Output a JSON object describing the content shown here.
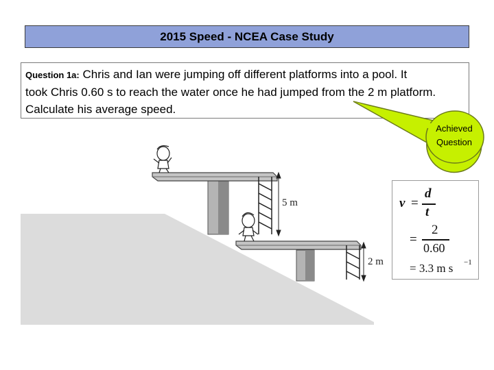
{
  "header": {
    "title": "2015 Speed - NCEA Case Study"
  },
  "question": {
    "label": "Question 1a:",
    "line1": "Chris and Ian were jumping off different platforms into a pool. It",
    "line2": "took Chris 0.60 s to reach the water once he had jumped from the 2 m platform.",
    "line3": "Calculate his average speed."
  },
  "callout": {
    "line1": "Achieved",
    "line2": "Question",
    "fill": "#c6f000"
  },
  "diagram": {
    "top_height_label": "5 m",
    "low_height_label": "2 m"
  },
  "formula": {
    "v": "v",
    "eq1": "=",
    "num1": "d",
    "den1": "t",
    "eq2": "=",
    "num2": "2",
    "den2": "0.60",
    "result": "= 3.3 m s",
    "exponent": "−1"
  },
  "colors": {
    "title_bg": "#8fa1d9",
    "ground": "#dcdcdc",
    "platform": "#bdbdbd"
  }
}
